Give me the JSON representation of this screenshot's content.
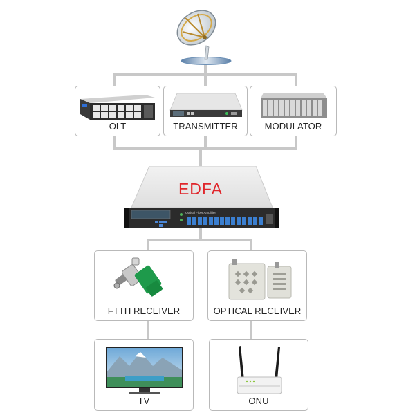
{
  "colors": {
    "connector": "#c8c8c8",
    "edfa_label": "#e0262b",
    "label_text": "#222222",
    "box_border": "#b9b9b9"
  },
  "nodes": {
    "satellite": {
      "icon": "satellite-dish-icon"
    },
    "olt": {
      "label": "OLT",
      "icon": "olt-device-icon"
    },
    "transmitter": {
      "label": "TRANSMITTER",
      "icon": "transmitter-device-icon"
    },
    "modulator": {
      "label": "MODULATOR",
      "icon": "modulator-device-icon"
    },
    "edfa": {
      "label": "EDFA",
      "icon": "edfa-amplifier-icon",
      "panel_text": "Optical Fiber Amplifier"
    },
    "ftth_receiver": {
      "label": "FTTH RECEIVER",
      "icon": "ftth-receiver-icon"
    },
    "optical_receiver": {
      "label": "OPTICAL RECEIVER",
      "icon": "optical-receiver-icon"
    },
    "tv": {
      "label": "TV",
      "icon": "tv-icon"
    },
    "onu": {
      "label": "ONU",
      "icon": "onu-router-icon"
    }
  }
}
